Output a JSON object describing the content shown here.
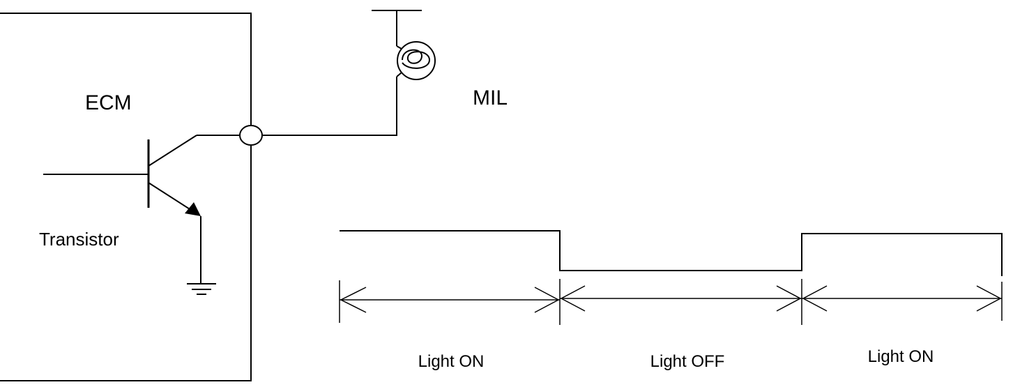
{
  "labels": {
    "ecm": "ECM",
    "mil": "MIL",
    "transistor": "Transistor"
  },
  "waveform": {
    "segments": [
      {
        "label": "Light ON",
        "level": "high"
      },
      {
        "label": "Light OFF",
        "level": "low"
      },
      {
        "label": "Light ON",
        "level": "high"
      }
    ]
  },
  "colors": {
    "line": "#000000",
    "background": "#ffffff"
  }
}
